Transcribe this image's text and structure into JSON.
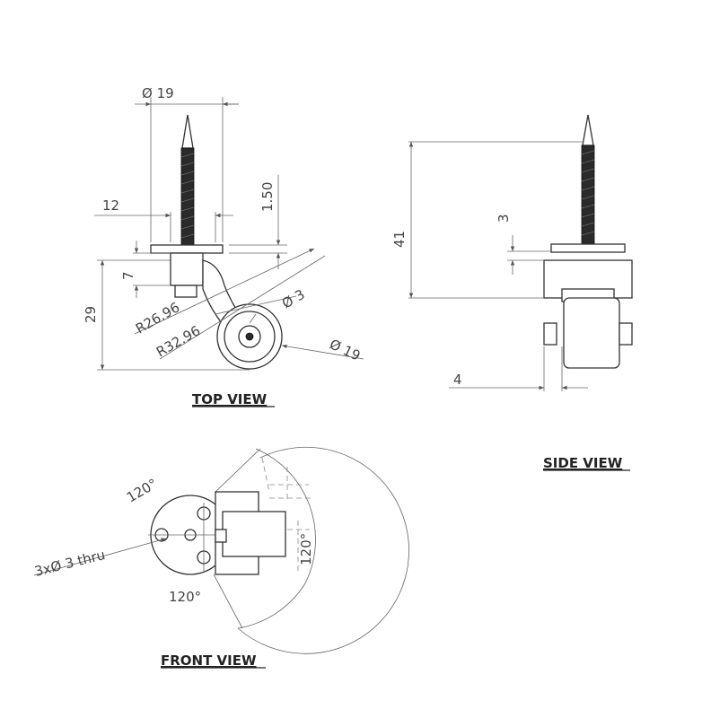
{
  "views": {
    "top": {
      "title": "TOP VIEW",
      "labels": [
        "Ø 19",
        "12",
        "1.50",
        "7",
        "29",
        "R26.96",
        "R32.96",
        "Ø 3",
        "Ø 19"
      ]
    },
    "side": {
      "title": "SIDE VIEW",
      "labels": [
        "41",
        "3",
        "4"
      ]
    },
    "front": {
      "title": "FRONT VIEW",
      "labels": [
        "120°",
        "3xØ 3 thru",
        "120°",
        "120°"
      ]
    }
  },
  "colors": {
    "line": "#333333",
    "dimension": "#666666",
    "screw": "#2a2a2a"
  }
}
